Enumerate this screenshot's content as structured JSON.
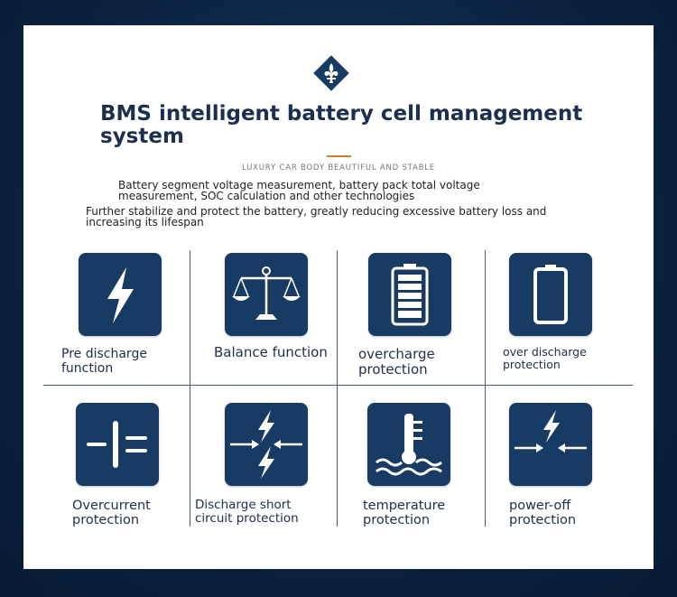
{
  "header": {
    "title": "BMS intelligent battery cell management system",
    "subtitle": "LUXURY CAR BODY BEAUTIFUL AND STABLE",
    "description_line1": "Battery segment voltage measurement, battery pack total voltage measurement, SOC calculation and other technologies",
    "description_line2": "Further stabilize and protect the battery, greatly reducing excessive battery loss and increasing its lifespan"
  },
  "colors": {
    "tile": "#183b64",
    "accent": "#d8763a",
    "background": "#0b2341"
  },
  "features": [
    {
      "label": "Pre discharge function",
      "icon": "lightning-icon"
    },
    {
      "label": "Balance function",
      "icon": "scale-icon"
    },
    {
      "label": "overcharge protection",
      "icon": "full-battery-icon"
    },
    {
      "label": "over discharge protection",
      "icon": "empty-battery-icon"
    },
    {
      "label": "Overcurrent protection",
      "icon": "capacitor-icon"
    },
    {
      "label": "Discharge short circuit protection",
      "icon": "short-circuit-icon"
    },
    {
      "label": "temperature protection",
      "icon": "temperature-icon"
    },
    {
      "label": "power-off protection",
      "icon": "power-off-icon"
    }
  ]
}
